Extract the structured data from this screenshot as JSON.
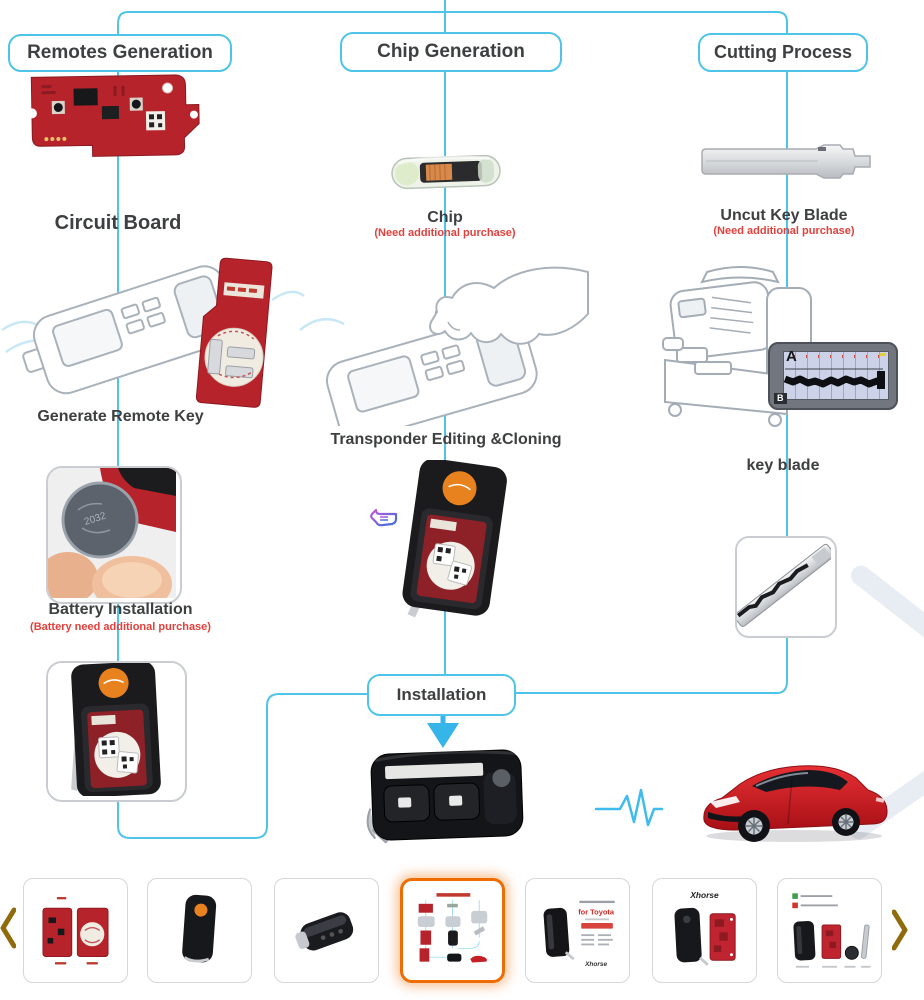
{
  "colors": {
    "line_cyan": "#4fc4e9",
    "arrow_cyan": "#35b5e8",
    "note_red": "#e2403c",
    "label_gray": "#3d3f40",
    "selected_orange": "#ed6d03",
    "chevron_gold": "#8f6b0b",
    "pcb_red": "#b7232b",
    "logo_orange": "#e8821e"
  },
  "flowchart": {
    "top": {
      "remotes": "Remotes Generation",
      "chip": "Chip Generation",
      "cutting": "Cutting Process"
    },
    "remotes_column": {
      "step1": "Circuit Board",
      "step2": "Generate Remote Key",
      "step3": "Battery Installation",
      "step3_note": "(Battery need additional purchase)"
    },
    "chip_column": {
      "step1": "Chip",
      "step1_note": "(Need additional purchase)",
      "step2": "Transponder Editing &Cloning"
    },
    "cutting_column": {
      "step1": "Uncut Key Blade",
      "step1_note": "(Need additional purchase)",
      "step2": "key blade"
    },
    "installation": "Installation",
    "machine_display": {
      "label_a": "A",
      "label_b": "B"
    }
  },
  "carousel": {
    "prev_icon": "chevron-left",
    "next_icon": "chevron-right",
    "thumbnails": [
      {
        "id": "red-circuit-boards",
        "selected": false
      },
      {
        "id": "black-remote-fob",
        "selected": false
      },
      {
        "id": "black-flip-key",
        "selected": false
      },
      {
        "id": "key-making-process-diagram",
        "selected": true
      },
      {
        "id": "product-info-for-toyota",
        "selected": false,
        "caption": "for Toyota",
        "brand": "Xhorse"
      },
      {
        "id": "key-with-circuit-board",
        "selected": false,
        "brand": "Xhorse"
      },
      {
        "id": "key-kit-parts",
        "selected": false
      }
    ]
  }
}
